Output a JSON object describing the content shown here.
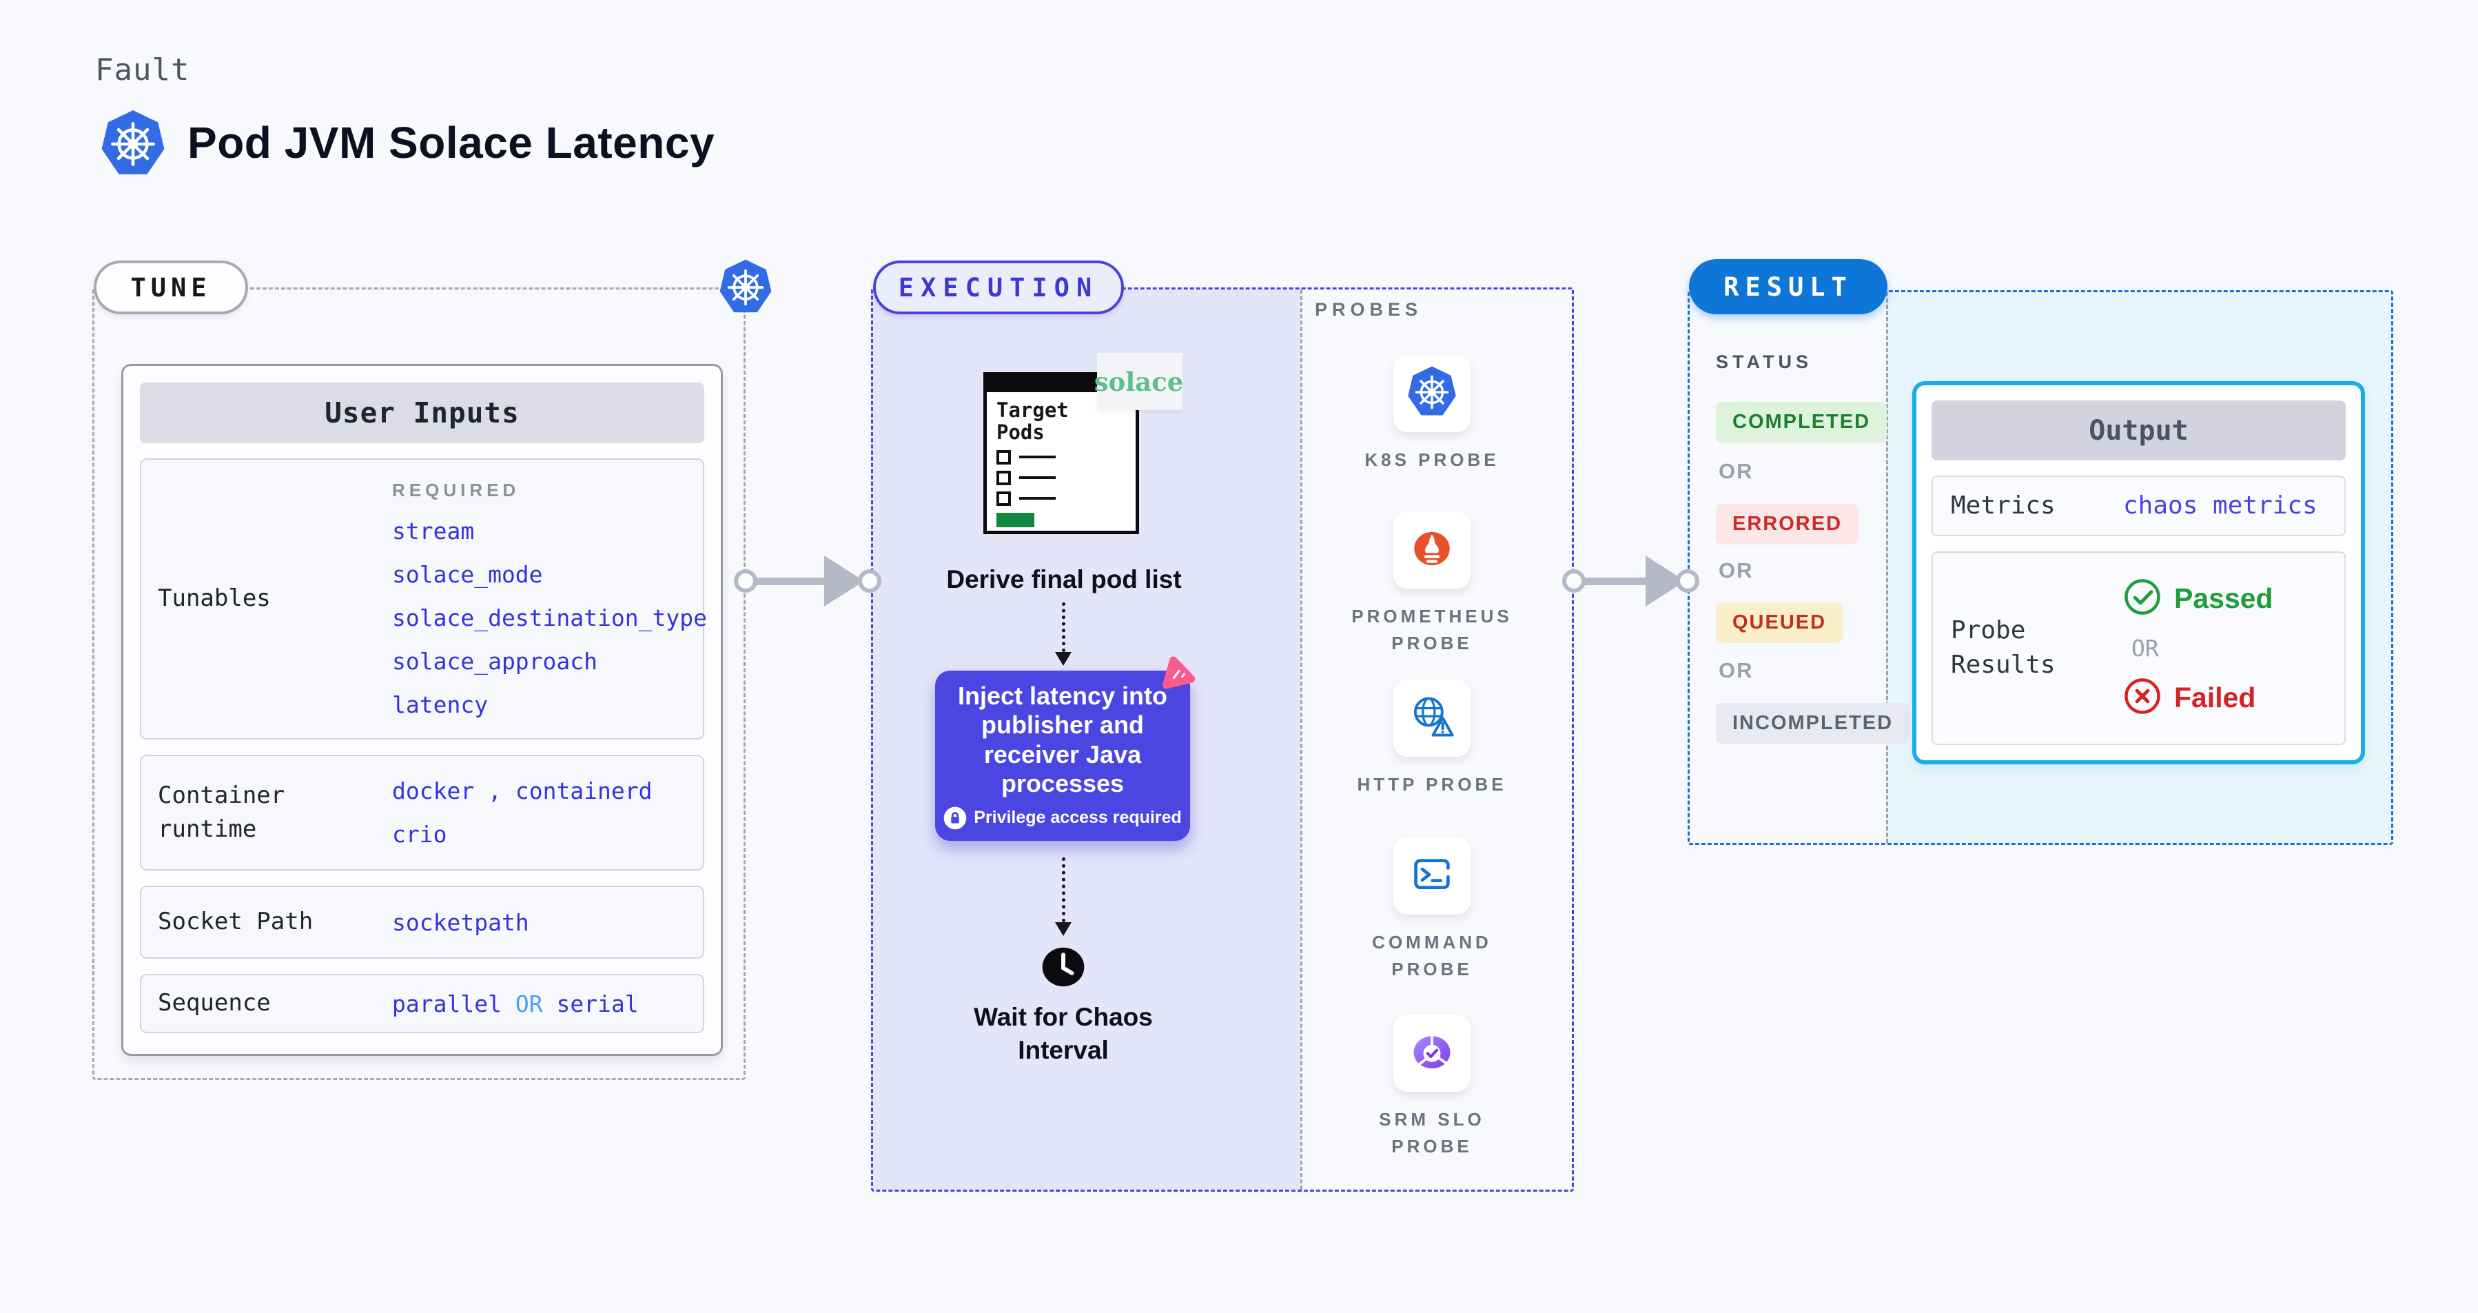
{
  "header": {
    "eyebrow": "Fault",
    "title": "Pod JVM Solace Latency"
  },
  "tune": {
    "badge": "TUNE",
    "card_title": "User Inputs",
    "tunables": {
      "label": "Tunables",
      "required_label": "REQUIRED",
      "values": [
        "stream",
        "solace_mode",
        "solace_destination_type",
        "solace_approach",
        "latency"
      ]
    },
    "container_runtime": {
      "label": "Container runtime",
      "value_a": "docker",
      "separator": " , ",
      "value_b": "containerd",
      "value_c": "crio"
    },
    "socket_path": {
      "label": "Socket Path",
      "value": "socketpath"
    },
    "sequence": {
      "label": "Sequence",
      "value_a": "parallel",
      "or_label": "OR",
      "value_b": "serial"
    }
  },
  "execution": {
    "badge": "EXECUTION",
    "target_pods_title": "Target Pods",
    "solace_logo": "solace",
    "step_derive": "Derive final pod list",
    "inject_text": "Inject latency into publisher and receiver Java processes",
    "privilege_note": "Privilege access required",
    "wait_text": "Wait for Chaos Interval"
  },
  "probes": {
    "heading": "PROBES",
    "items": [
      {
        "label": "K8S PROBE",
        "icon": "kubernetes-icon"
      },
      {
        "label": "PROMETHEUS PROBE",
        "icon": "prometheus-icon"
      },
      {
        "label": "HTTP PROBE",
        "icon": "globe-warning-icon"
      },
      {
        "label": "COMMAND PROBE",
        "icon": "terminal-icon"
      },
      {
        "label": "SRM SLO PROBE",
        "icon": "pie-check-icon"
      }
    ]
  },
  "result": {
    "badge": "RESULT",
    "status_heading": "STATUS",
    "or_label": "OR",
    "statuses": [
      {
        "label": "COMPLETED",
        "bg": "#DEF3DB",
        "fg": "#1E7E2E"
      },
      {
        "label": "ERRORED",
        "bg": "#FBE7E7",
        "fg": "#CD2B2B"
      },
      {
        "label": "QUEUED",
        "bg": "#FBEFC9",
        "fg": "#C22F1F"
      },
      {
        "label": "INCOMPLETED",
        "bg": "#E9EAF1",
        "fg": "#5A6372"
      }
    ],
    "output": {
      "title": "Output",
      "metrics_label": "Metrics",
      "metrics_value": "chaos metrics",
      "probe_results_label": "Probe Results",
      "passed": "Passed",
      "or_label": "OR",
      "failed": "Failed"
    }
  },
  "colors": {
    "page_bg": "#F8F9FD",
    "accent_indigo": "#4743DC",
    "value_blue": "#3434D8",
    "or_blue": "#4D9FF0",
    "k8s_blue": "#326CE5",
    "prometheus_orange": "#E6522C",
    "probe_icon_blue": "#1273D4",
    "srm_purple": "#7C3AED",
    "inject_purple": "#4B45E2",
    "litmus_pink": "#FB5A8B",
    "result_blue": "#0E76D7",
    "output_cyan": "#19ADE8",
    "passed_green": "#1F9D3A",
    "failed_red": "#D92121",
    "solace_green": "#5FBE8D",
    "arrow_gray": "#B5B9C7"
  }
}
